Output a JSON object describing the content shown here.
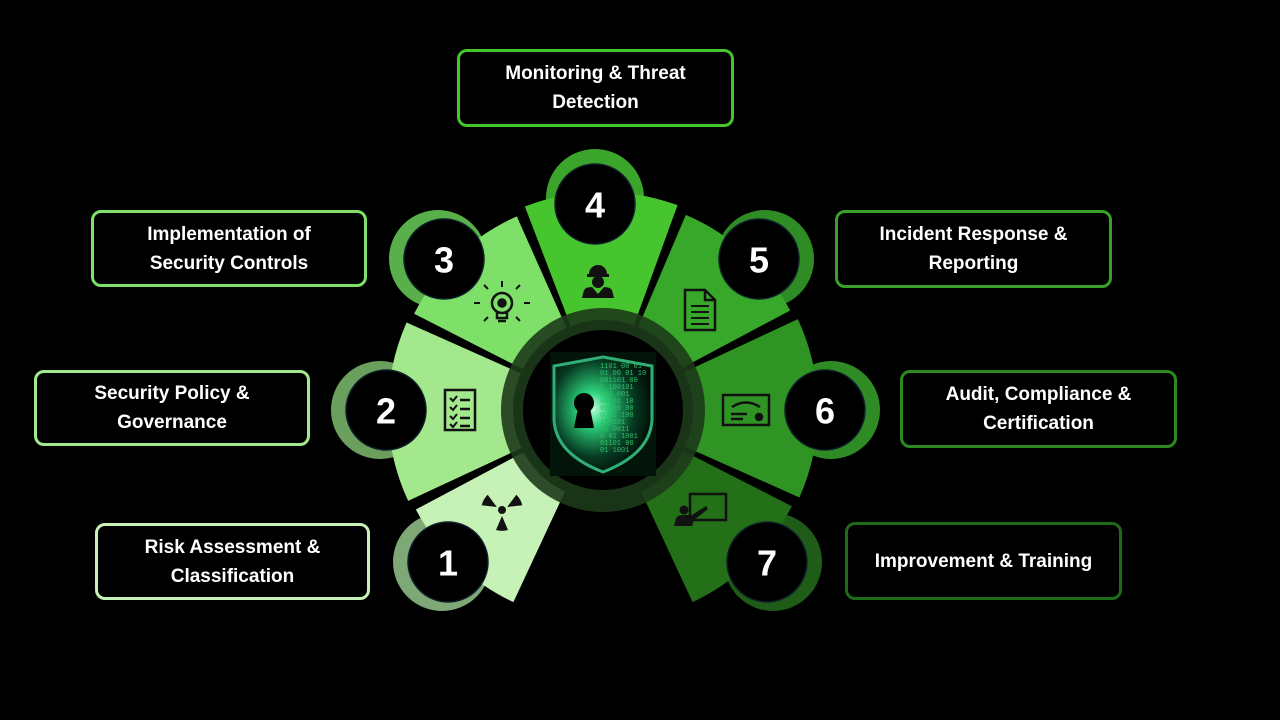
{
  "center": {
    "icon": "shield-keyhole-icon",
    "code_text": [
      "1101 00 01",
      "01 00 01 10",
      "001101 00",
      "1 100101",
      "101 001",
      "00 01 10",
      "01101 00",
      "0 01 100",
      "100101",
      "01 0011",
      "0 01 1001",
      "01101 00",
      "01 1001"
    ]
  },
  "steps": [
    {
      "number": "1",
      "label": "Risk Assessment &\nClassification",
      "icon": "radiation-icon",
      "color": "#c6f2b8",
      "border": "#c6f2b8",
      "ring": "#7fa877"
    },
    {
      "number": "2",
      "label": "Security Policy &\nGovernance",
      "icon": "checklist-icon",
      "color": "#a3e88c",
      "border": "#a3e88c",
      "ring": "#6a9f5e"
    },
    {
      "number": "3",
      "label": "Implementation of\nSecurity Controls",
      "icon": "lightbulb-gear-icon",
      "color": "#7ee068",
      "border": "#7ee068",
      "ring": "#59b04a"
    },
    {
      "number": "4",
      "label": "Monitoring & Threat\nDetection",
      "icon": "worker-icon",
      "color": "#47c52f",
      "border": "#47c52f",
      "ring": "#3aa52a"
    },
    {
      "number": "5",
      "label": "Incident Response &\nReporting",
      "icon": "document-icon",
      "color": "#38a82a",
      "border": "#3a9f2b",
      "ring": "#2f8c25"
    },
    {
      "number": "6",
      "label": "Audit, Compliance &\nCertification",
      "icon": "certificate-icon",
      "color": "#2f9424",
      "border": "#2d8a22",
      "ring": "#2f8c25"
    },
    {
      "number": "7",
      "label": "Improvement & Training",
      "icon": "presentation-icon",
      "color": "#237018",
      "border": "#1f6a16",
      "ring": "#1f5c18"
    }
  ]
}
